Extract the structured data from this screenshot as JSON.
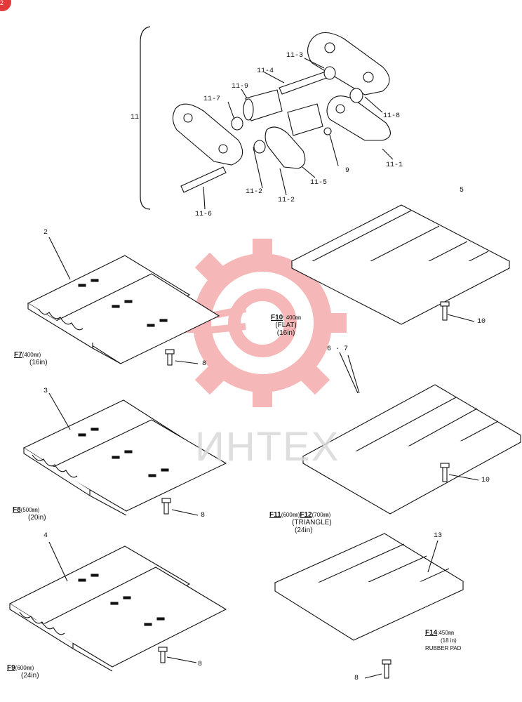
{
  "badge": "2",
  "watermark": {
    "text": "ИНТЕХ",
    "color": "#f2a0a0"
  },
  "assembly": {
    "bracket_label": "11",
    "parts": [
      "11-7",
      "11-9",
      "11-4",
      "11-3",
      "11-8",
      "11-1",
      "11-2",
      "11-5",
      "11-6",
      "11-2",
      "9",
      "5"
    ]
  },
  "shoes": [
    {
      "callout": "2",
      "bolt": "8",
      "code": "F7",
      "size": "(400㎜)",
      "inch": "(16in)"
    },
    {
      "callout": "3",
      "bolt": "8",
      "code": "F8",
      "size": "(500㎜)",
      "inch": "(20in)"
    },
    {
      "callout": "4",
      "bolt": "8",
      "code": "F9",
      "size": "(600㎜)",
      "inch": "(24in)"
    },
    {
      "callout": "",
      "bolt": "10",
      "code": "F10",
      "size": "400㎜",
      "note": "(FLAT)",
      "inch": "(16in)"
    },
    {
      "callout": "6 · 7",
      "bolt": "10",
      "code": "F11",
      "size": "(600㎜)",
      "code2": "F12",
      "size2": "(700㎜)",
      "note": "(TRIANGLE)",
      "inch": "(24in)"
    },
    {
      "callout": "13",
      "bolt": "8",
      "code": "F14",
      "size": "450㎜",
      "inch": "(18 in)",
      "note": "RUBBER PAD"
    }
  ]
}
